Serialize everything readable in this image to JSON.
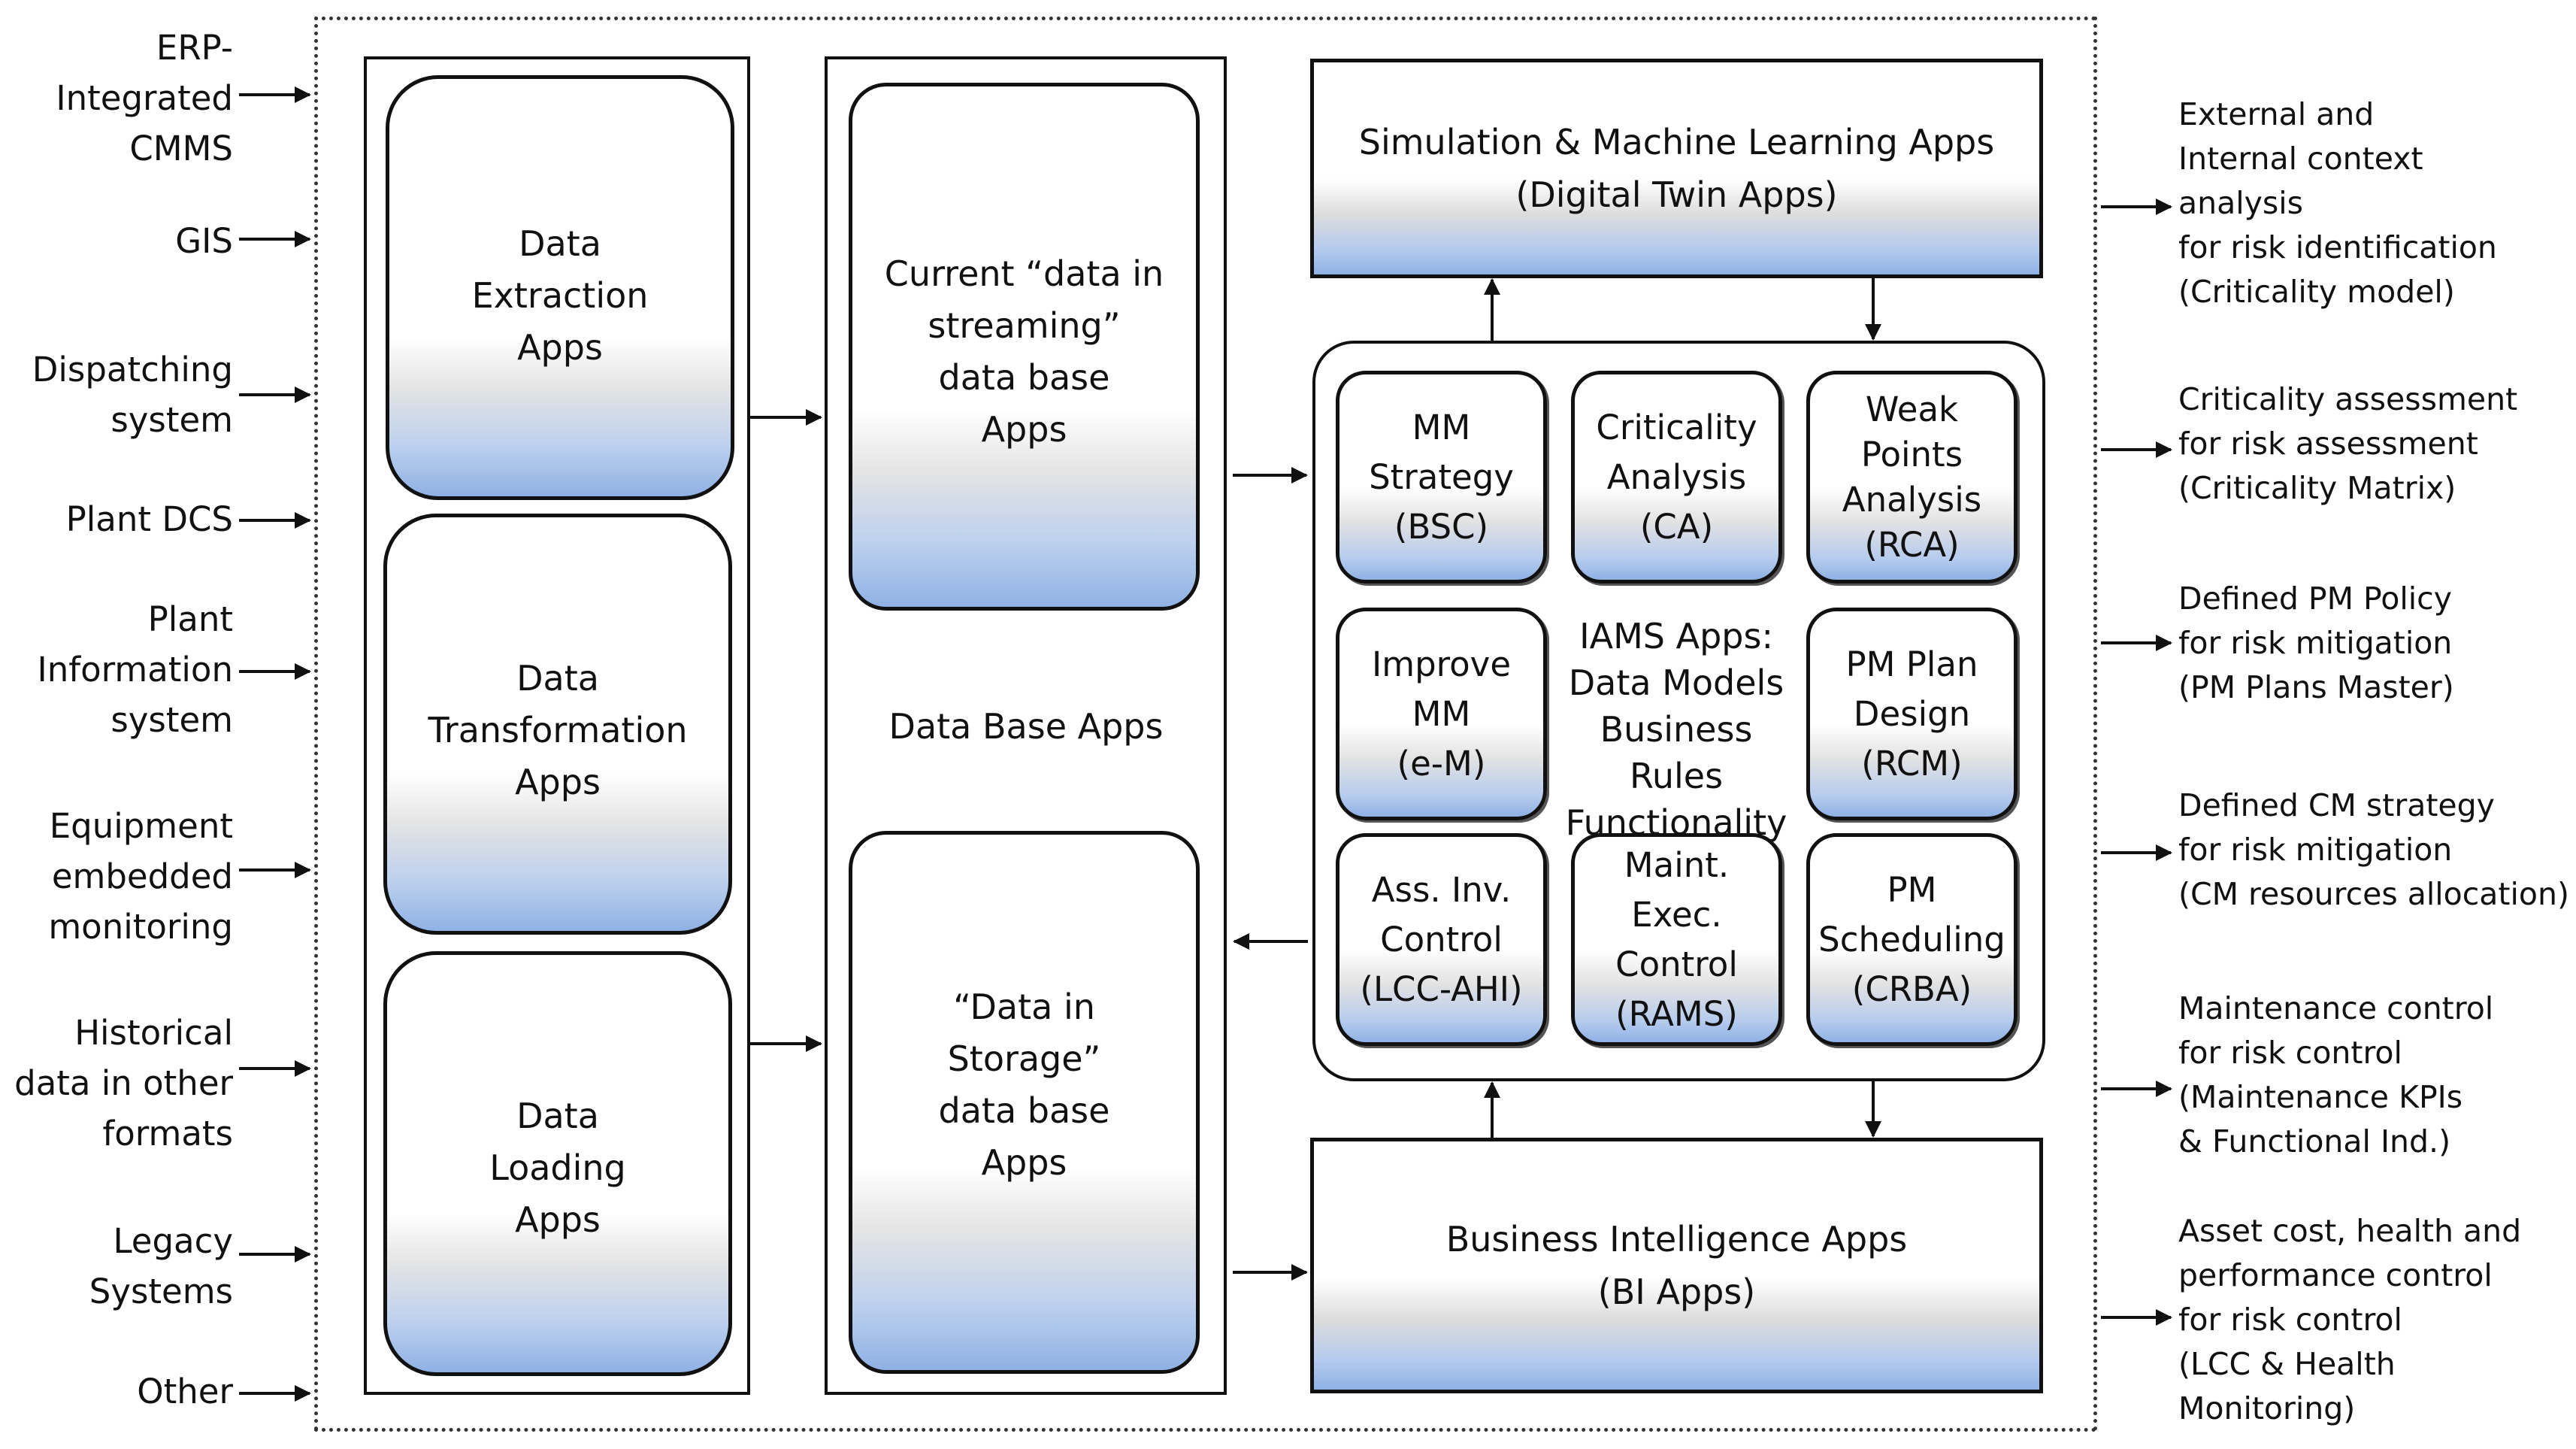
{
  "inputs": [
    "ERP-\nIntegrated\nCMMS",
    "GIS",
    "Dispatching\nsystem",
    "Plant DCS",
    "Plant\nInformation\nsystem",
    "Equipment\nembedded\nmonitoring",
    "Historical\ndata in other\nformats",
    "Legacy\nSystems",
    "Other"
  ],
  "etl": {
    "extraction": "Data\nExtraction\nApps",
    "transformation": "Data\nTransformation\nApps",
    "loading": "Data\nLoading\nApps"
  },
  "database": {
    "streaming": "Current “data in\nstreaming”\ndata base\nApps",
    "label": "Data Base Apps",
    "storage": "“Data in\nStorage”\ndata base\nApps"
  },
  "simulation": "Simulation & Machine Learning Apps\n(Digital Twin Apps)",
  "bi": "Business Intelligence Apps\n(BI Apps)",
  "iams": {
    "center": "IAMS Apps:\nData Models\nBusiness Rules\nFunctionality",
    "mm_strategy": "MM\nStrategy\n(BSC)",
    "criticality": "Criticality\nAnalysis\n(CA)",
    "weak_points": "Weak\nPoints\nAnalysis\n(RCA)",
    "improve_mm": "Improve\nMM\n(e-M)",
    "pm_plan": "PM Plan\nDesign\n(RCM)",
    "ass_inv": "Ass. Inv.\nControl\n(LCC-AHI)",
    "maint_exec": "Maint.\nExec.\nControl\n(RAMS)",
    "pm_sched": "PM\nScheduling\n(CRBA)"
  },
  "outputs": [
    "External and\nInternal context\nanalysis\nfor risk identification\n(Criticality model)",
    "Criticality assessment\nfor risk assessment\n(Criticality Matrix)",
    "Defined PM Policy\nfor risk mitigation\n(PM Plans Master)",
    "Defined CM strategy\nfor risk mitigation\n(CM resources allocation)",
    "Maintenance control\nfor risk control\n(Maintenance KPIs\n& Functional Ind.)",
    "Asset cost, health and\nperformance control\nfor risk control\n(LCC & Health Monitoring)"
  ]
}
